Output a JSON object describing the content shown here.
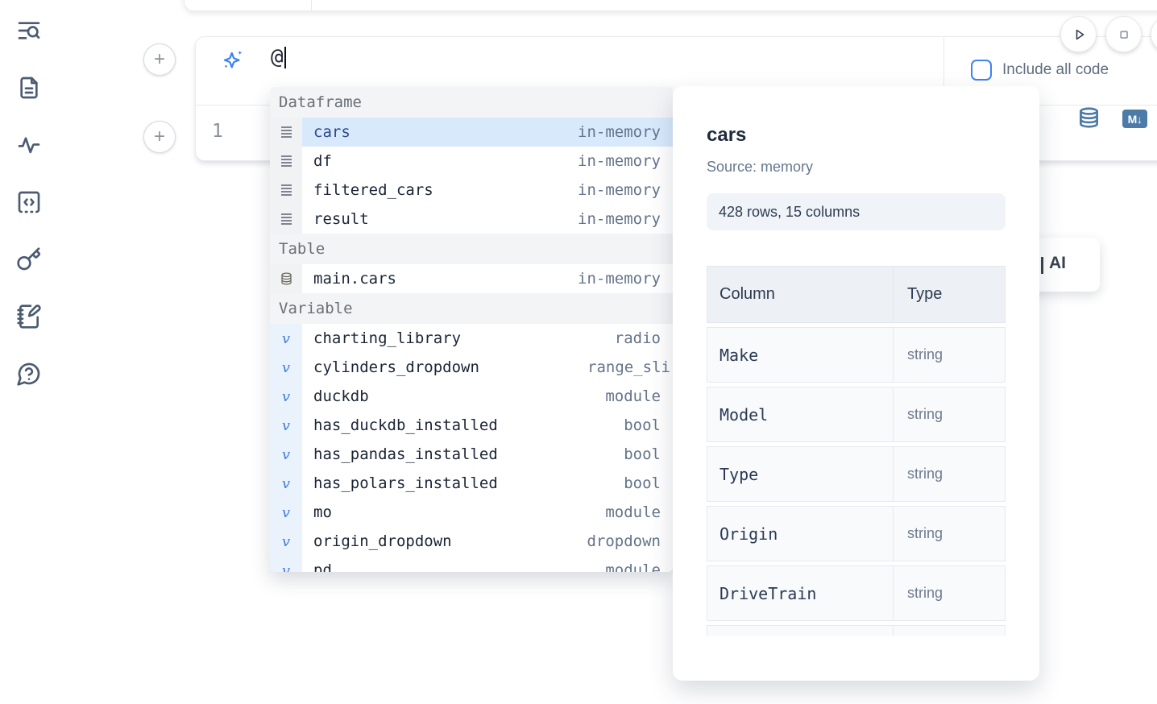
{
  "colors": {
    "accent_blue": "#3b82f6",
    "steel_blue": "#4d7ba7",
    "selected_row_bg": "#d9e9fc"
  },
  "icons": {
    "sidebar": [
      "list-search-icon",
      "document-icon",
      "activity-icon",
      "snippets-icon",
      "key-icon",
      "scratchpad-icon",
      "help-icon"
    ],
    "prompt": "sparkles-icon",
    "run": "play-icon",
    "interrupt": "stop-icon",
    "cell_toolbar": [
      "database-icon",
      "markdown-icon"
    ],
    "markdown_badge_text": "M↓"
  },
  "ai_prompt": {
    "value": "@",
    "include_all_code_label": "Include all code"
  },
  "cell": {
    "line_number": "1"
  },
  "autocomplete": {
    "sections": [
      {
        "label": "Dataframe",
        "items": [
          {
            "name": "cars",
            "detail": "in-memory",
            "selected": true
          },
          {
            "name": "df",
            "detail": "in-memory"
          },
          {
            "name": "filtered_cars",
            "detail": "in-memory"
          },
          {
            "name": "result",
            "detail": "in-memory"
          }
        ]
      },
      {
        "label": "Table",
        "items": [
          {
            "name": "main.cars",
            "detail": "in-memory"
          }
        ]
      },
      {
        "label": "Variable",
        "items": [
          {
            "name": "charting_library",
            "detail": "radio"
          },
          {
            "name": "cylinders_dropdown",
            "detail": "range_sli"
          },
          {
            "name": "duckdb",
            "detail": "module"
          },
          {
            "name": "has_duckdb_installed",
            "detail": "bool"
          },
          {
            "name": "has_pandas_installed",
            "detail": "bool"
          },
          {
            "name": "has_polars_installed",
            "detail": "bool"
          },
          {
            "name": "mo",
            "detail": "module"
          },
          {
            "name": "origin_dropdown",
            "detail": "dropdown"
          },
          {
            "name": "pd",
            "detail": "module"
          }
        ]
      }
    ],
    "variable_glyph": "v"
  },
  "preview": {
    "title": "cars",
    "source": "Source: memory",
    "shape": "428 rows, 15 columns",
    "table": {
      "headers": [
        "Column",
        "Type"
      ],
      "rows": [
        {
          "column": "Make",
          "type": "string"
        },
        {
          "column": "Model",
          "type": "string"
        },
        {
          "column": "Type",
          "type": "string"
        },
        {
          "column": "Origin",
          "type": "string"
        },
        {
          "column": "DriveTrain",
          "type": "string"
        }
      ]
    }
  },
  "ai_card": {
    "visible_label": "AI"
  }
}
